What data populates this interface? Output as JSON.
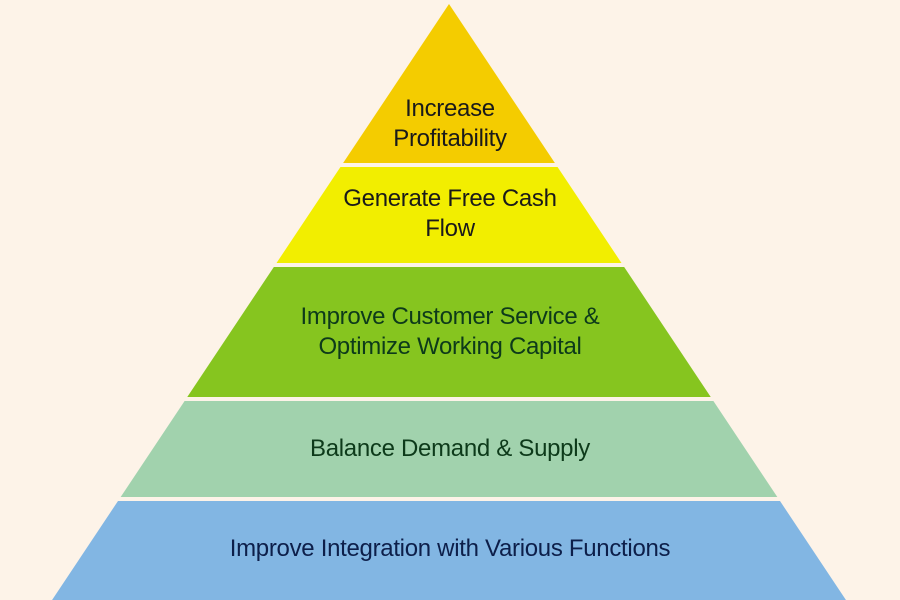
{
  "pyramid": {
    "background": "#fdf3e8",
    "levels": [
      {
        "label_line1": "Increase",
        "label_line2": "Profitability",
        "color": "#f4cc00",
        "text_color": "#1a1a1a"
      },
      {
        "label_line1": "Generate Free Cash",
        "label_line2": "Flow",
        "color": "#f2ee00",
        "text_color": "#1a1a1a"
      },
      {
        "label_line1": "Improve Customer Service &",
        "label_line2": "Optimize Working Capital",
        "color": "#86c51f",
        "text_color": "#0d3a1a"
      },
      {
        "label_line1": "Balance Demand & Supply",
        "label_line2": "",
        "color": "#a1d2ad",
        "text_color": "#0d3a1a"
      },
      {
        "label_line1": "Improve Integration with Various Functions",
        "label_line2": "",
        "color": "#82b6e3",
        "text_color": "#0d1f4a"
      }
    ]
  }
}
